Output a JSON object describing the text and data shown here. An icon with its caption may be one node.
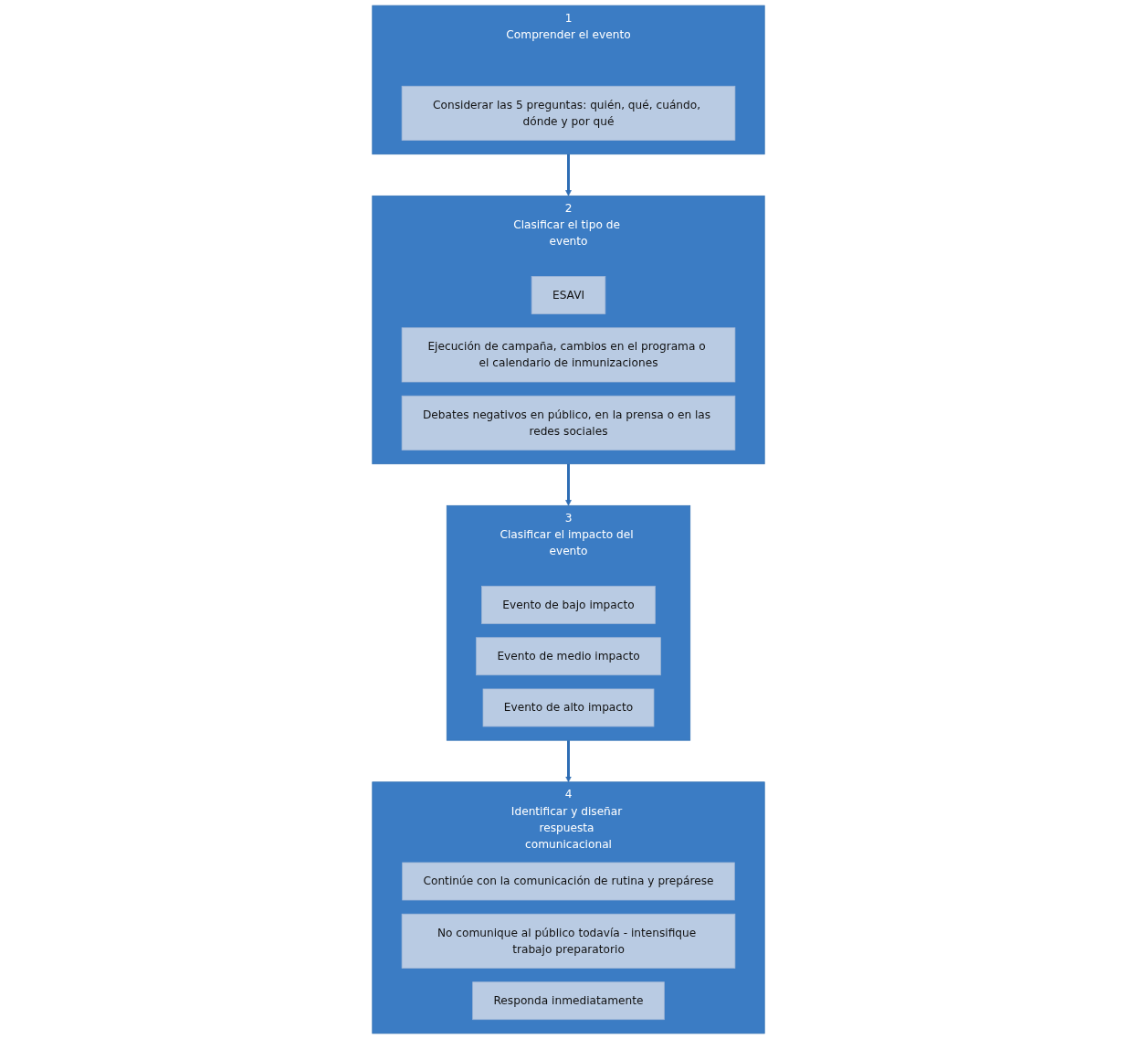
{
  "diagram": {
    "nodes": [
      {
        "text": [
          "1",
          "Comprender el evento"
        ]
      },
      {
        "text": [
          "Considerar las 5 preguntas: quién, qué, cuándo, dónde y por qué"
        ],
        "in": 0
      },
      {
        "text": [
          "2",
          "Clasificar el tipo de evento"
        ]
      },
      {
        "text": [
          "ESAVI"
        ],
        "in": 2
      },
      {
        "text": [
          "Ejecución de campaña, cambios en el programa o el calendario de inmunizaciones"
        ],
        "in": 2
      },
      {
        "text": [
          "Debates negativos en público, en la prensa o en las redes sociales"
        ],
        "in": 2
      },
      {
        "text": [
          "3",
          "Clasificar el impacto del evento"
        ]
      },
      {
        "text": [
          "Evento de bajo impacto"
        ],
        "in": 6
      },
      {
        "text": [
          "Evento de medio impacto"
        ],
        "in": 6
      },
      {
        "text": [
          "Evento de alto impacto"
        ],
        "in": 6
      },
      {
        "text": [
          "4",
          "Identificar y diseñar respuesta comunicacional"
        ]
      },
      {
        "text": [
          "Continúe con la comunicación de rutina y prepárese"
        ],
        "in": 10
      },
      {
        "text": [
          "No comunique al público todavía - intensifique trabajo preparatorio"
        ],
        "in": 10
      },
      {
        "text": [
          "Responda inmediatamente"
        ],
        "in": 10
      }
    ],
    "edges": [
      {
        "from": 0,
        "to": 2,
        "arrow": "to"
      },
      {
        "from": 2,
        "to": 6,
        "arrow": "to"
      },
      {
        "from": 6,
        "to": 10,
        "arrow": "to"
      }
    ]
  }
}
